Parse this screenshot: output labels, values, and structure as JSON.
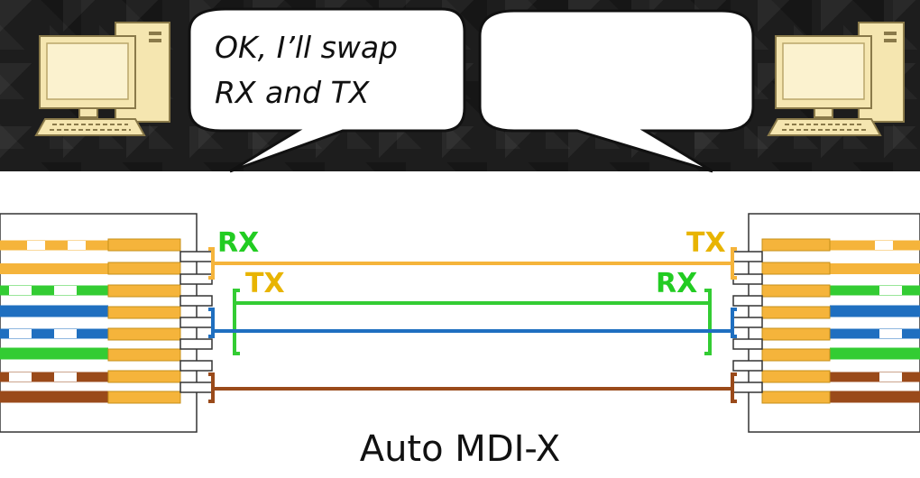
{
  "colors": {
    "orange": "#f5b43b",
    "green": "#33cc33",
    "blue": "#1f6fc0",
    "brown": "#9a4a1a",
    "label_yellow": "#e8b400",
    "label_green": "#22cc22",
    "computer_beige": "#f5e6b0"
  },
  "icons": {
    "left_computer": "desktop-computer-icon",
    "right_computer": "desktop-computer-icon"
  },
  "speech": {
    "left": "OK, I’ll swap\nRX and TX",
    "right": ""
  },
  "labels": {
    "left_top": "RX",
    "left_second": "TX",
    "right_top": "TX",
    "right_second": "RX"
  },
  "caption": "Auto MDI-X"
}
